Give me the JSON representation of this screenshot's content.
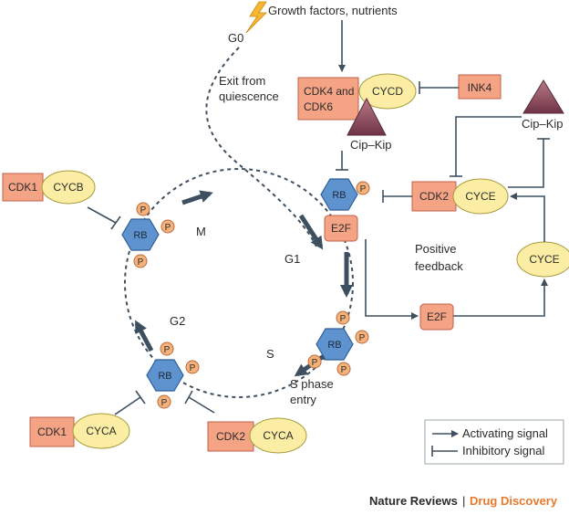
{
  "signal": {
    "growth_label": "Growth factors, nutrients"
  },
  "phases": {
    "g0": "G0",
    "exit_line1": "Exit from",
    "exit_line2": "quiescence",
    "m": "M",
    "g1": "G1",
    "g2": "G2",
    "s": "S",
    "s_entry_line1": "S phase",
    "s_entry_line2": "entry"
  },
  "complexes": {
    "cdk46_line1": "CDK4 and",
    "cdk46_line2": "CDK6",
    "cycd": "CYCD",
    "ink4": "INK4",
    "cip_kip": "Cip–Kip",
    "cdk1": "CDK1",
    "cycb": "CYCB",
    "cyca": "CYCA",
    "cdk2": "CDK2",
    "cyce": "CYCE",
    "rb": "RB",
    "e2f": "E2F",
    "p": "P"
  },
  "feedback": {
    "line1": "Positive",
    "line2": "feedback"
  },
  "legend": {
    "activating": "Activating signal",
    "inhibitory": "Inhibitory signal"
  },
  "credit": {
    "publisher": "Nature Reviews",
    "separator": "|",
    "journal": "Drug Discovery"
  },
  "colors": {
    "kinase_box": "#f4a384",
    "cyclin_oval": "#fbeea4",
    "rb_hexagon": "#5f93cf",
    "phospho": "#f6b27a",
    "inhibitor": "#9b5a68",
    "journal_accent": "#e8782a"
  }
}
